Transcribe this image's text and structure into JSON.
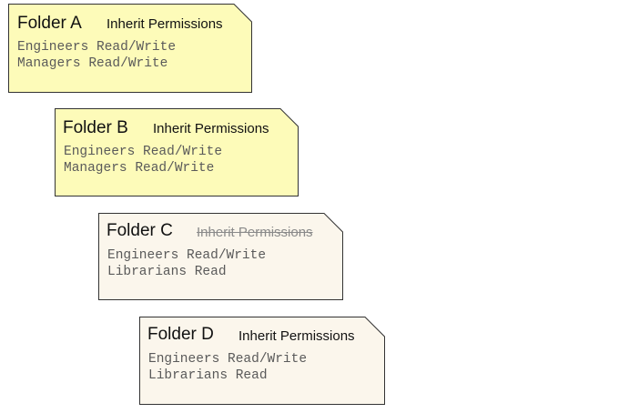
{
  "folders": [
    {
      "name": "Folder A",
      "inherit_label": "Inherit Permissions",
      "inherit_enabled": true,
      "fill_color": "#fdfbb9",
      "entries": [
        "Engineers Read/Write",
        "Managers Read/Write"
      ]
    },
    {
      "name": "Folder B",
      "inherit_label": "Inherit Permissions",
      "inherit_enabled": true,
      "fill_color": "#fdfbb9",
      "entries": [
        "Engineers Read/Write",
        "Managers Read/Write"
      ]
    },
    {
      "name": "Folder C",
      "inherit_label": "Inherit Permissions",
      "inherit_enabled": false,
      "fill_color": "#fbf6ec",
      "entries": [
        "Engineers Read/Write",
        "Librarians Read"
      ]
    },
    {
      "name": "Folder D",
      "inherit_label": "Inherit Permissions",
      "inherit_enabled": true,
      "fill_color": "#fbf6ec",
      "entries": [
        "Engineers Read/Write",
        "Librarians Read"
      ]
    }
  ]
}
